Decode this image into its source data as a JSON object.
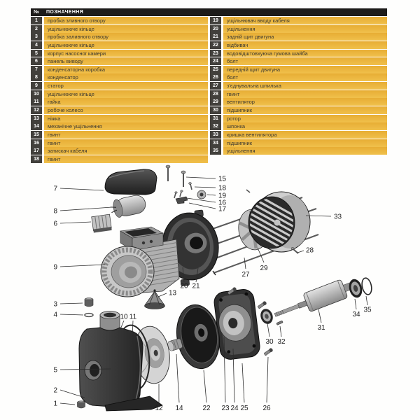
{
  "colors": {
    "page_bg": "#FEFEFD",
    "header_bg": "#1D1C1A",
    "badge_bg": "#42403C",
    "row_gold": "#F0C04C",
    "row_gold_dark": "#E7AD34",
    "row_text": "#3D3A31"
  },
  "table": {
    "header": {
      "num": "№",
      "name": "ПОЗНАЧЕННЯ"
    },
    "left_rows": [
      {
        "num": "1",
        "label": "пробка зливного отвору"
      },
      {
        "num": "2",
        "label": "ущільнююче кільце"
      },
      {
        "num": "3",
        "label": "пробка заливного отвору"
      },
      {
        "num": "4",
        "label": "ущільнююче кільце"
      },
      {
        "num": "5",
        "label": "корпус насосної камери"
      },
      {
        "num": "6",
        "label": "панель виводу"
      },
      {
        "num": "7",
        "label": "конденсаторна коробка"
      },
      {
        "num": "8",
        "label": "конденсатор"
      },
      {
        "num": "9",
        "label": "статор"
      },
      {
        "num": "10",
        "label": "ущільнююче кільце"
      },
      {
        "num": "11",
        "label": "гайка"
      },
      {
        "num": "12",
        "label": "робоче колесо"
      },
      {
        "num": "13",
        "label": "ніжка"
      },
      {
        "num": "14",
        "label": "механічне ущільнення"
      },
      {
        "num": "15",
        "label": "гвинт"
      },
      {
        "num": "16",
        "label": "гвинт"
      },
      {
        "num": "17",
        "label": "затискач кабеля"
      },
      {
        "num": "18",
        "label": "гвинт"
      }
    ],
    "right_rows": [
      {
        "num": "19",
        "label": "ущільнювач вводу кабеля"
      },
      {
        "num": "20",
        "label": "ущільнення"
      },
      {
        "num": "21",
        "label": "задній щит двигуна"
      },
      {
        "num": "22",
        "label": "відбивач"
      },
      {
        "num": "23",
        "label": "водовідштовхуюча гумова шайба"
      },
      {
        "num": "24",
        "label": "болт"
      },
      {
        "num": "25",
        "label": "передній щит двигуна"
      },
      {
        "num": "26",
        "label": "болт"
      },
      {
        "num": "27",
        "label": "з'єднувальна шпилька"
      },
      {
        "num": "28",
        "label": "гвинт"
      },
      {
        "num": "29",
        "label": "вентилятор"
      },
      {
        "num": "30",
        "label": "підшипник"
      },
      {
        "num": "31",
        "label": "ротор"
      },
      {
        "num": "32",
        "label": "шпонка"
      },
      {
        "num": "33",
        "label": "кришка вентилятора"
      },
      {
        "num": "34",
        "label": "підшипник"
      },
      {
        "num": "35",
        "label": "ущільнення"
      }
    ]
  },
  "diagram": {
    "callouts": [
      "1",
      "2",
      "3",
      "4",
      "5",
      "6",
      "7",
      "8",
      "9",
      "10",
      "11",
      "12",
      "13",
      "14",
      "15",
      "16",
      "17",
      "18",
      "19",
      "20",
      "21",
      "22",
      "23",
      "24",
      "25",
      "26",
      "27",
      "28",
      "29",
      "30",
      "31",
      "32",
      "33",
      "34",
      "35"
    ]
  }
}
